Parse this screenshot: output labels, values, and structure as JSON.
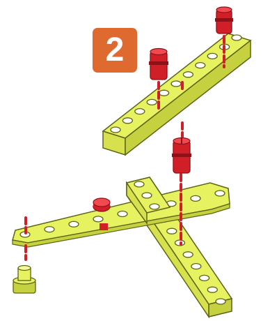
{
  "step": {
    "number": "2"
  },
  "colors": {
    "badge": "#de6a2f",
    "beam": "#e6f25f",
    "beam_shade": "#c6d13f",
    "beam_outline": "#5c6416",
    "pin": "#d11f27",
    "pin_dark": "#8f1016",
    "guide": "#d11f27"
  },
  "parts": [
    {
      "id": "long-beam-upper",
      "kind": "beam",
      "holes": 11
    },
    {
      "id": "long-beam-lower",
      "kind": "beam",
      "holes": 11
    },
    {
      "id": "flat-liftarm",
      "kind": "liftarm",
      "holes": 9
    },
    {
      "id": "pin-top-right",
      "kind": "red-pin"
    },
    {
      "id": "pin-top-middle",
      "kind": "red-pin"
    },
    {
      "id": "pin-center",
      "kind": "red-pin"
    },
    {
      "id": "pin-liftarm",
      "kind": "red-pin"
    },
    {
      "id": "bushing-bottom-left",
      "kind": "yellow-bushing"
    }
  ]
}
